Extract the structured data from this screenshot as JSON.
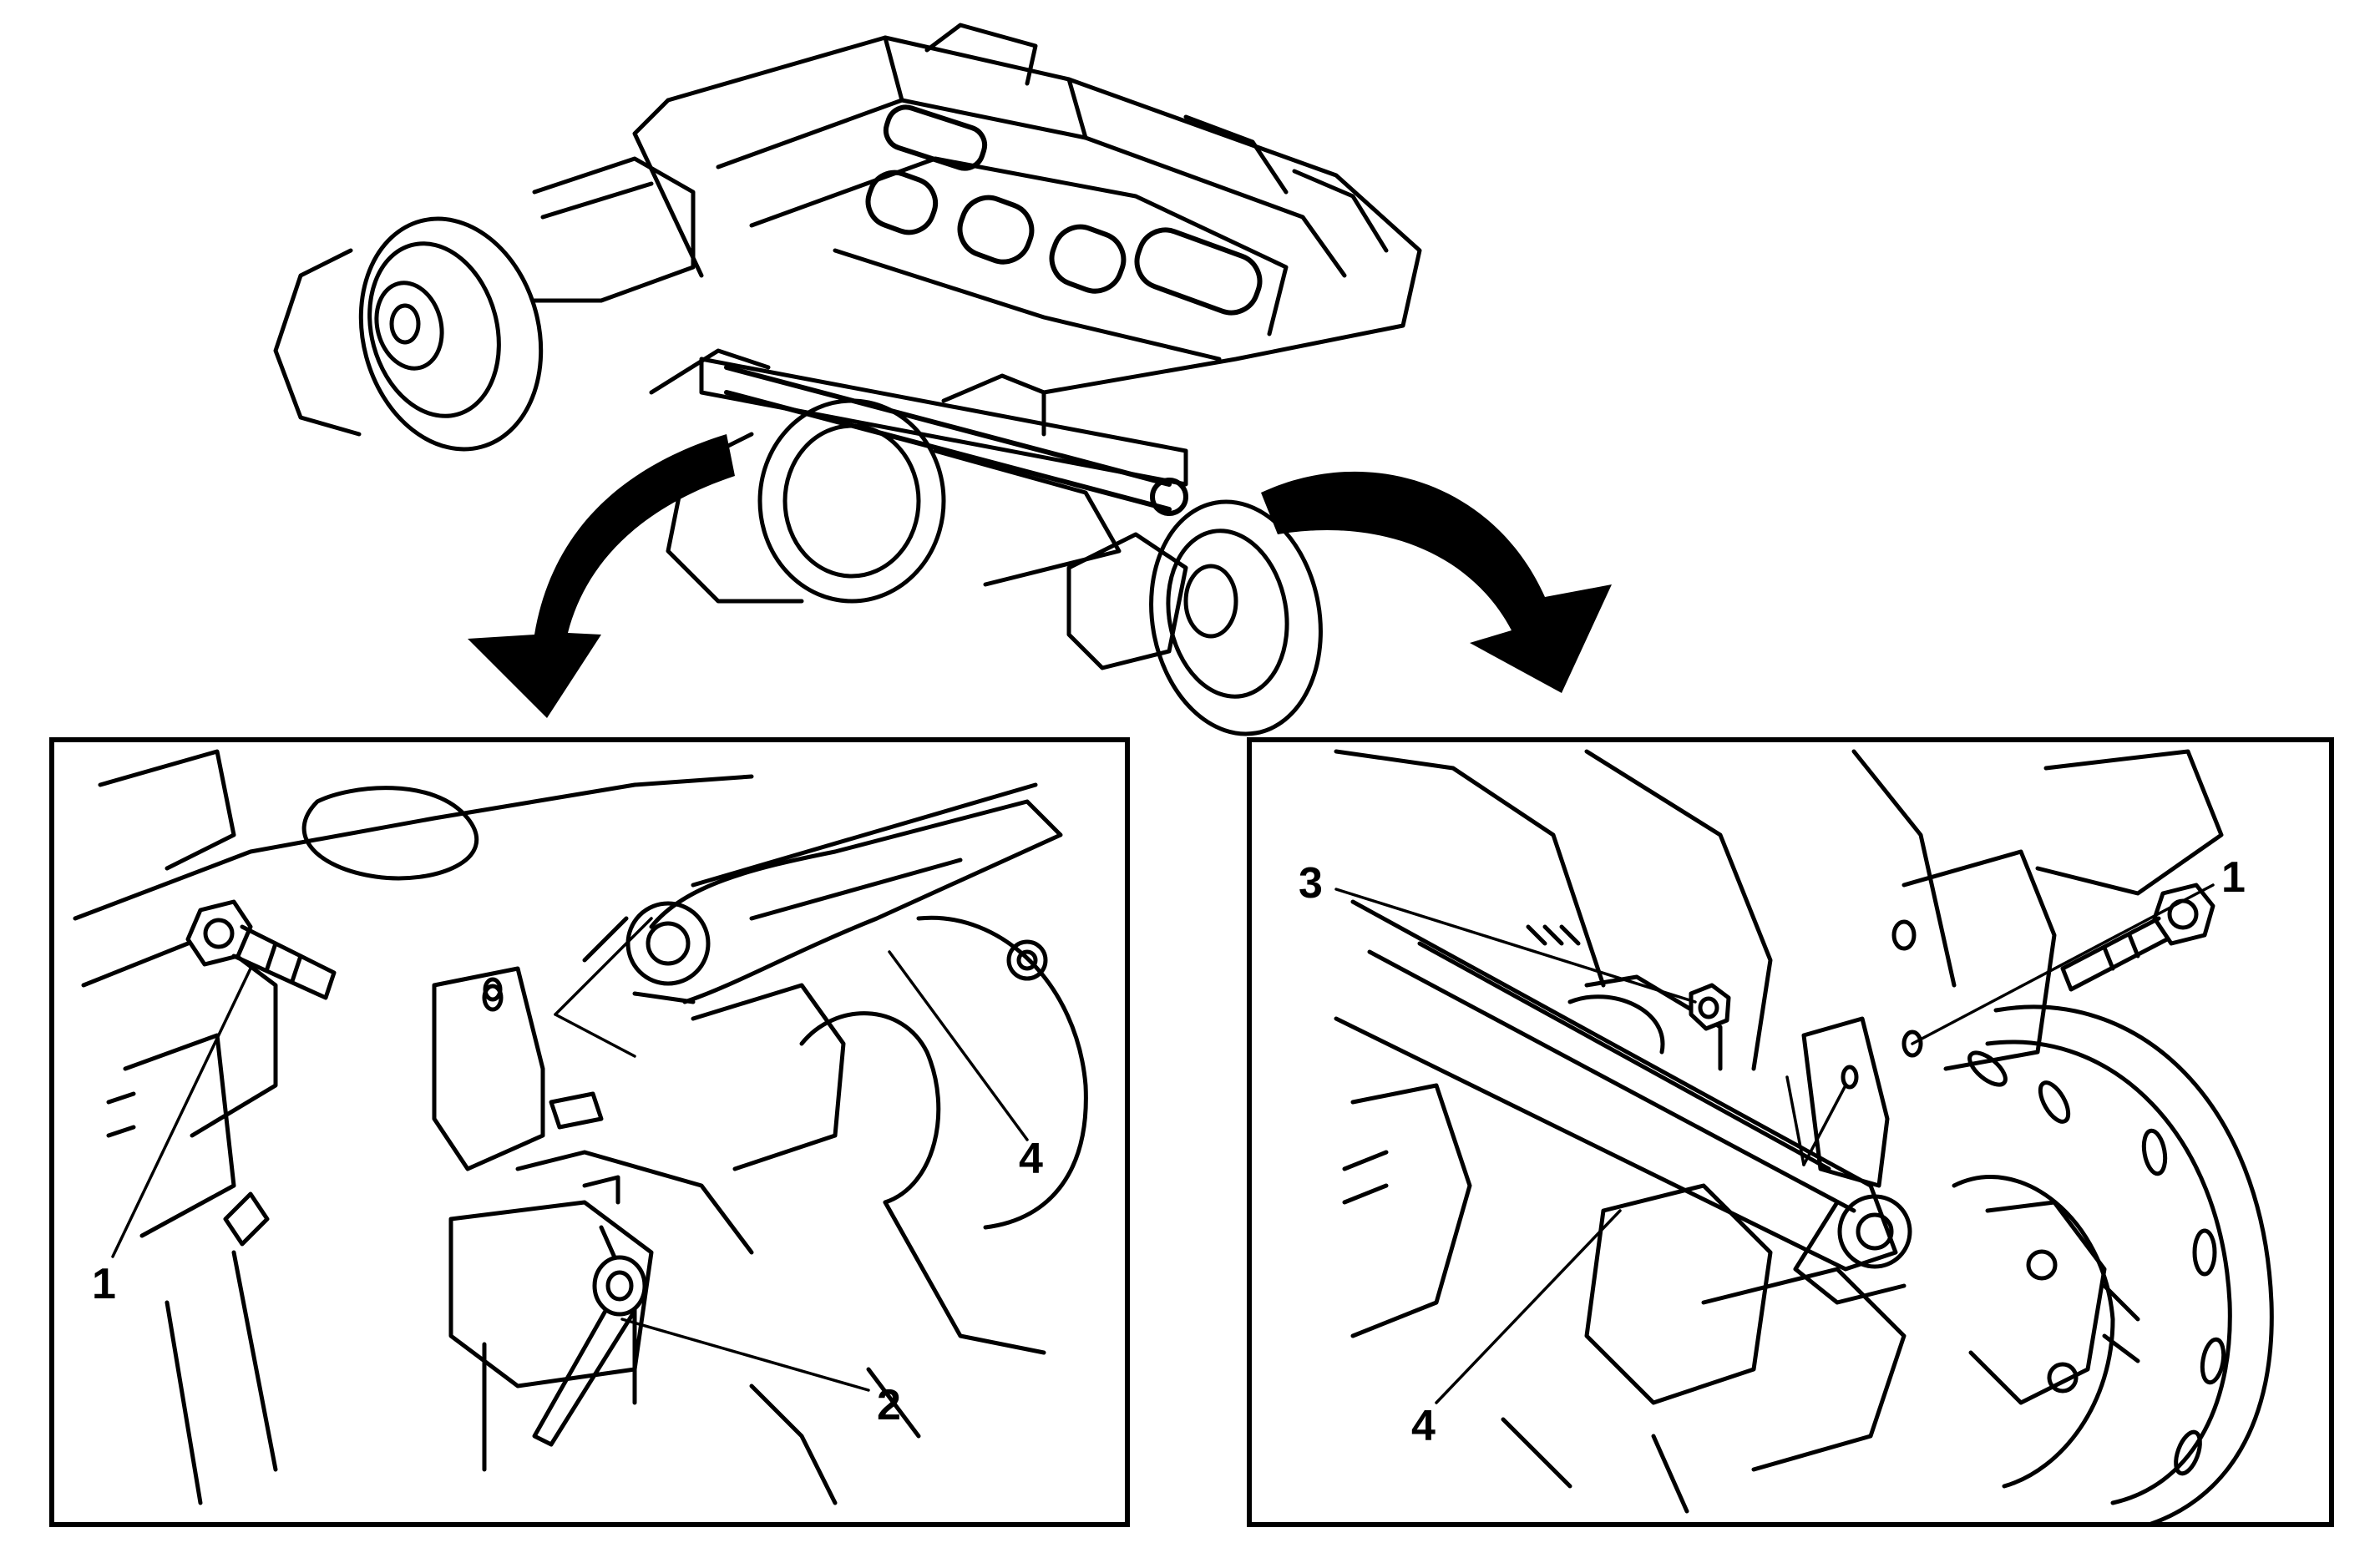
{
  "figure": {
    "left_detail": {
      "callouts": [
        "1",
        "2",
        "4"
      ]
    },
    "right_detail": {
      "callouts": [
        "3",
        "1",
        "4"
      ]
    }
  }
}
